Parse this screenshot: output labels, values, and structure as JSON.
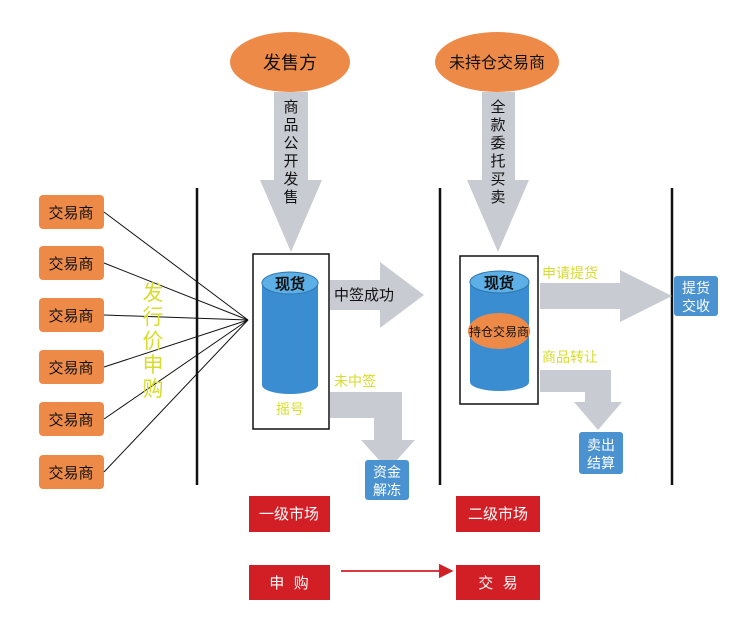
{
  "top": {
    "issuer": "发售方",
    "non_holder": "未持仓交易商"
  },
  "arrows": {
    "public_offering": [
      "商",
      "品",
      "公",
      "开",
      "发",
      "售"
    ],
    "full_entrust": [
      "全",
      "款",
      "委",
      "托",
      "买",
      "卖"
    ],
    "won_lot": "中签成功",
    "lost_lot": "未中签",
    "apply_delivery": "申请提货",
    "transfer": "商品转让"
  },
  "traders": [
    "交易商",
    "交易商",
    "交易商",
    "交易商",
    "交易商",
    "交易商"
  ],
  "subscribe_vertical": [
    "发",
    "行",
    "价",
    "申",
    "购"
  ],
  "cylinder1": {
    "top_label": "现货",
    "bottom_label": "摇号"
  },
  "cylinder2": {
    "top_label": "现货",
    "oval_label": "持仓交易商"
  },
  "results": {
    "unfreeze": [
      "资金",
      "解冻"
    ],
    "sell_settle": [
      "卖出",
      "结算"
    ],
    "delivery": [
      "提货",
      "交收"
    ]
  },
  "markets": {
    "primary": "一级市场",
    "secondary": "二级市场",
    "subscribe": "申  购",
    "trade": "交  易"
  },
  "colors": {
    "orange": "#EE8A48",
    "orange_dark": "#D97A3E",
    "blue": "#4A93D0",
    "cyl_side": "#3A8DD0",
    "cyl_top": "#5DB0E6",
    "gray_arrow": "#C8CBD2",
    "yellow_text": "#D8DC2A",
    "red": "#D21F26",
    "black": "#111111"
  }
}
